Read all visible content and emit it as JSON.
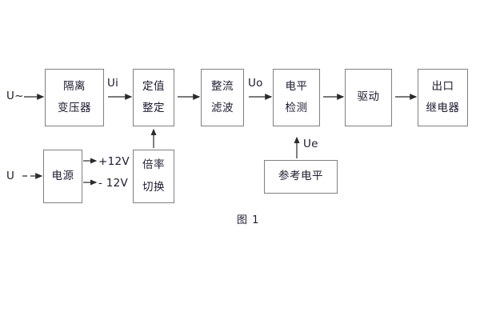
{
  "figure": {
    "caption": "图 1",
    "stroke_color": "#808080",
    "text_color": "#1b1b2f",
    "background": "#ffffff"
  },
  "blocks": [
    {
      "id": "isolation-transformer",
      "lines": [
        "隔离",
        "变压器"
      ]
    },
    {
      "id": "setting-value",
      "lines": [
        "定值",
        "整定"
      ]
    },
    {
      "id": "rectify-filter",
      "lines": [
        "整流",
        "滤波"
      ]
    },
    {
      "id": "level-detection",
      "lines": [
        "电平",
        "检测"
      ]
    },
    {
      "id": "drive",
      "lines": [
        "驱动"
      ]
    },
    {
      "id": "output-relay",
      "lines": [
        "出口",
        "继电器"
      ]
    },
    {
      "id": "power-supply",
      "lines": [
        "电源"
      ]
    },
    {
      "id": "multiplier-switch",
      "lines": [
        "倍率",
        "切换"
      ]
    },
    {
      "id": "reference-level",
      "lines": [
        "参考电平"
      ]
    }
  ],
  "signal_labels": {
    "input_ac": "U~",
    "input_dc": "U",
    "ui": "Ui",
    "uo": "Uo",
    "ue": "Ue",
    "rail_positive": "+12V",
    "rail_negative": "- 12V"
  }
}
